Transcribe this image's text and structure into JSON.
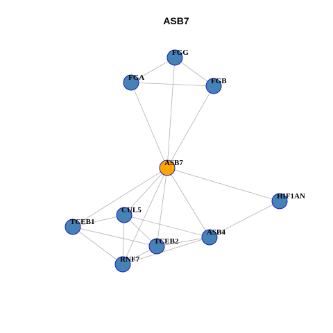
{
  "title": "ASB7",
  "colors": {
    "hub": "#ffa500",
    "node": "#4682b4",
    "node_border": "#1a1acc",
    "edge": "#b0b0b0"
  },
  "nodes": [
    {
      "id": "FGG",
      "label": "FGG",
      "hub": false
    },
    {
      "id": "FGA",
      "label": "FGA",
      "hub": false
    },
    {
      "id": "FGB",
      "label": "FGB",
      "hub": false
    },
    {
      "id": "ASB7",
      "label": "ASB7",
      "hub": true
    },
    {
      "id": "HIF1AN",
      "label": "HIF1AN",
      "hub": false
    },
    {
      "id": "CUL5",
      "label": "CUL5",
      "hub": false
    },
    {
      "id": "TCEB1",
      "label": "TCEB1",
      "hub": false
    },
    {
      "id": "ASB4",
      "label": "ASB4",
      "hub": false
    },
    {
      "id": "TCEB2",
      "label": "TCEB2",
      "hub": false
    },
    {
      "id": "RNF7",
      "label": "RNF7",
      "hub": false
    }
  ],
  "edges": [
    [
      "FGG",
      "FGA"
    ],
    [
      "FGG",
      "FGB"
    ],
    [
      "FGA",
      "FGB"
    ],
    [
      "FGA",
      "ASB7"
    ],
    [
      "FGG",
      "ASB7"
    ],
    [
      "FGB",
      "ASB7"
    ],
    [
      "ASB7",
      "HIF1AN"
    ],
    [
      "ASB7",
      "CUL5"
    ],
    [
      "ASB7",
      "TCEB1"
    ],
    [
      "ASB7",
      "TCEB2"
    ],
    [
      "ASB7",
      "RNF7"
    ],
    [
      "ASB7",
      "ASB4"
    ],
    [
      "HIF1AN",
      "ASB4"
    ],
    [
      "CUL5",
      "TCEB1"
    ],
    [
      "CUL5",
      "TCEB2"
    ],
    [
      "CUL5",
      "ASB4"
    ],
    [
      "CUL5",
      "RNF7"
    ],
    [
      "TCEB1",
      "TCEB2"
    ],
    [
      "TCEB1",
      "RNF7"
    ],
    [
      "TCEB2",
      "ASB4"
    ],
    [
      "RNF7",
      "ASB4"
    ],
    [
      "RNF7",
      "TCEB2"
    ]
  ]
}
